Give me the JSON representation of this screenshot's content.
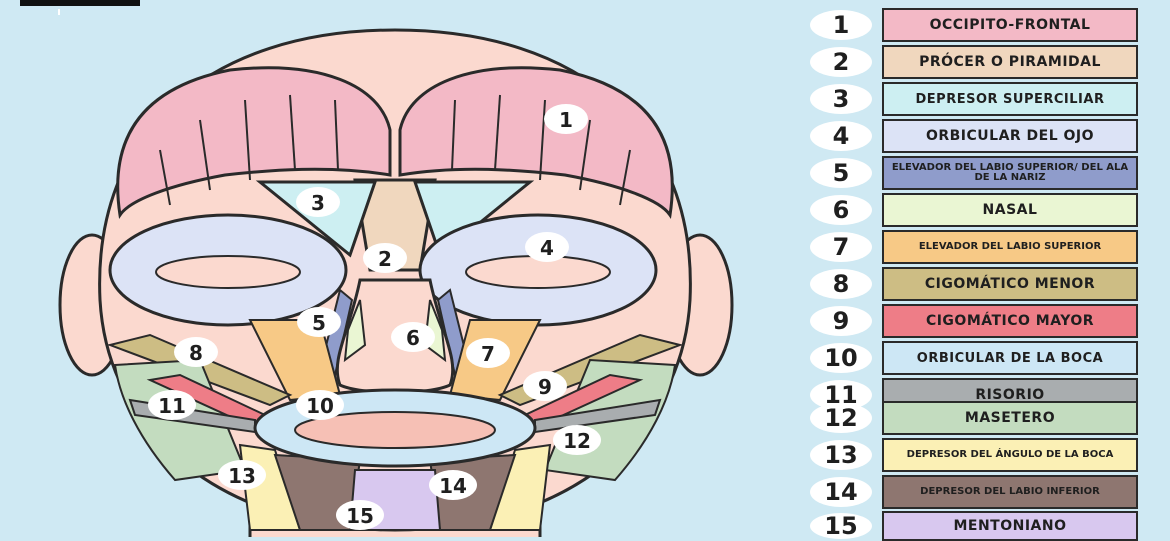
{
  "muscles": [
    {
      "number": "1",
      "label": "OCCIPITO-FRONTAL",
      "color": "#f3b9c6"
    },
    {
      "number": "2",
      "label": "PRÓCER O PIRAMIDAL",
      "color": "#f0d7be"
    },
    {
      "number": "3",
      "label": "DEPRESOR SUPERCILIAR",
      "color": "#cdeff2"
    },
    {
      "number": "4",
      "label": "ORBICULAR DEL OJO",
      "color": "#dce3f6"
    },
    {
      "number": "5",
      "label": "ELEVADOR DEL LABIO SUPERIOR/ DEL ALA DE LA NARIZ",
      "color": "#8f9ccb"
    },
    {
      "number": "6",
      "label": "NASAL",
      "color": "#eaf6d3"
    },
    {
      "number": "7",
      "label": "ELEVADOR DEL LABIO SUPERIOR",
      "color": "#f7c986"
    },
    {
      "number": "8",
      "label": "CIGOMÁTICO MENOR",
      "color": "#cdbd84"
    },
    {
      "number": "9",
      "label": "CIGOMÁTICO MAYOR",
      "color": "#ee7d87"
    },
    {
      "number": "10",
      "label": "ORBICULAR DE LA BOCA",
      "color": "#cde7f5"
    },
    {
      "number": "11",
      "label": "RISORIO",
      "color": "#a9adaf"
    },
    {
      "number": "12",
      "label": "MASETERO",
      "color": "#c3dcbf"
    },
    {
      "number": "13",
      "label": "DEPRESOR DEL ÁNGULO DE LA BOCA",
      "color": "#fbf0b5"
    },
    {
      "number": "14",
      "label": "DEPRESOR DEL LABIO INFERIOR",
      "color": "#8e7670"
    },
    {
      "number": "15",
      "label": "MENTONIANO",
      "color": "#d8c8ef"
    }
  ],
  "face_labels": [
    "1",
    "2",
    "3",
    "4",
    "5",
    "6",
    "7",
    "8",
    "9",
    "10",
    "11",
    "12",
    "13",
    "14",
    "15"
  ],
  "colors": {
    "background": "#cfe9f3",
    "skin": "#fbd9cf",
    "outline": "#2a2a2a"
  }
}
